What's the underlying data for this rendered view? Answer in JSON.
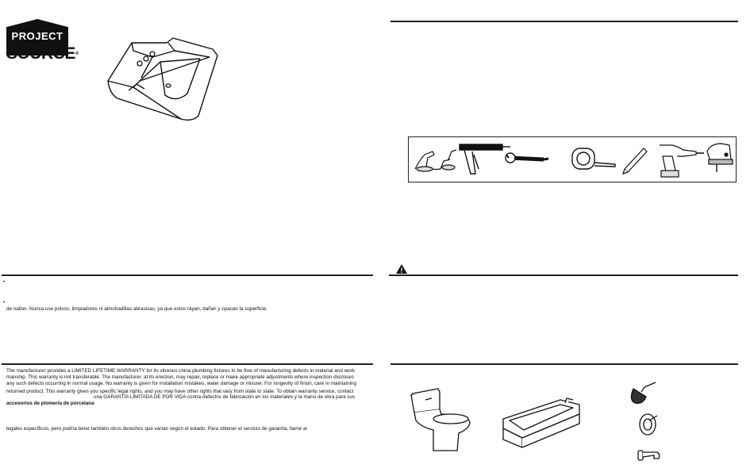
{
  "brand": {
    "line1": "PROJECT",
    "line2": "SOURCE",
    "reg": "®"
  },
  "left": {
    "bullet1": "•",
    "bullet2": "•",
    "care_es": "de nailon. Nunca use polvos, limpiadores ni almohadillas abrasivas, ya que estos rayan, dañan y opacan la superficie.",
    "warranty_l1": "The manufacturer provides a LIMITED LIFETIME WARRANTY for its vitreous china plumbing fixtures to be free of manufacturing defects in material and work",
    "warranty_l2": "manship. This warranty is not transferable. The manufacturer, at its erection, may repair, replace or make  appropriate adjustments where inspection discloses",
    "warranty_l3": "any such defects occurring in normal usage. No warranty is given for installation mistakes, water damage or misuse. For longevity of finish, care in maintaining",
    "warranty_l4": "returned product. This warranty gives you specific legal rights, and you may have other rights that vary from state to state. To obtain warranty service, contact",
    "warranty_es1": "una GARANTÍA LIMITADA DE POR VIDA contra defectos de fabricación en los materiales y la mano de obra para sus",
    "warranty_es2": "accesorios de plomería de porcelana",
    "warranty_es3": "legales específicos, pero podría tener también otros derechos que varían según el estado. Para obtener el servicio de garantía, llame al"
  },
  "icons": {
    "sink": "bathroom-sink-illustration",
    "tools": [
      "faucet-icon",
      "caulk-gun-icon",
      "adjustable-wrench-icon",
      "tape-measure-icon",
      "pencil-icon",
      "cordless-drill-icon",
      "jigsaw-icon"
    ],
    "warning": "warning-triangle-icon",
    "fixtures": [
      "toilet-illustration",
      "bathtub-illustration",
      "showerhead-icon",
      "shower-valve-icon",
      "tub-spout-icon"
    ]
  },
  "warning_symbol": "!"
}
